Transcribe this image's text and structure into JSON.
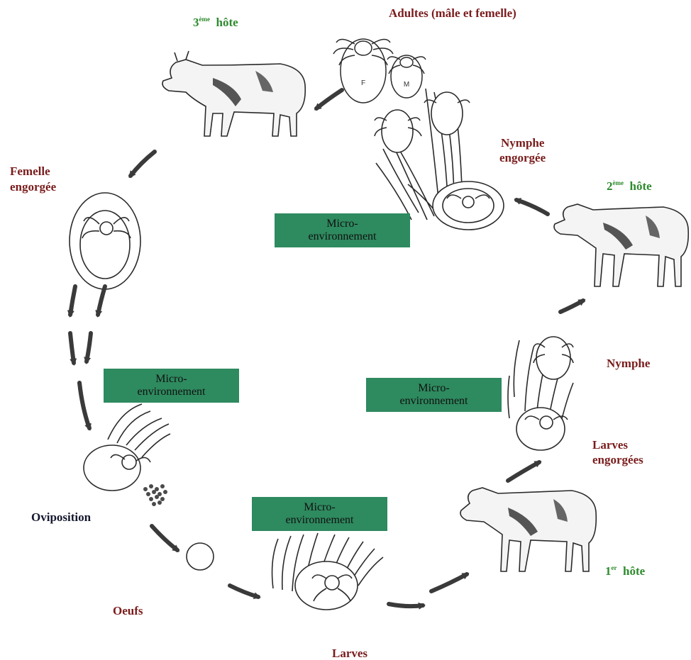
{
  "labels": {
    "adults": "Adultes (mâle et femelle)",
    "host3_sup": "ème",
    "host3_word": "hôte",
    "host3_num": "3",
    "host2_num": "2",
    "host2_sup": "ème",
    "host2_word": "hôte",
    "host1_num": "1",
    "host1_sup": "er",
    "host1_word": "hôte",
    "female_engorged_1": "Femelle",
    "female_engorged_2": "engorgée",
    "nymph_engorged_1": "Nymphe",
    "nymph_engorged_2": "engorgée",
    "nymph": "Nymphe",
    "larvae_engorged_1": "Larves",
    "larvae_engorged_2": "engorgées",
    "oviposition": "Oviposition",
    "eggs": "Oeufs",
    "larvae": "Larves"
  },
  "micro_boxes": [
    {
      "line1": "Micro-",
      "line2": "environnement"
    },
    {
      "line1": "Micro-",
      "line2": "environnement"
    },
    {
      "line1": "Micro-",
      "line2": "environnement"
    },
    {
      "line1": "Micro-",
      "line2": "environnement"
    }
  ],
  "tick_letters": {
    "female": "F",
    "male": "M"
  },
  "colors": {
    "label_red": "#7a1c1c",
    "host_green": "#2e8b2e",
    "box_green": "#2e8a5f",
    "ink": "#2a2a2a"
  }
}
